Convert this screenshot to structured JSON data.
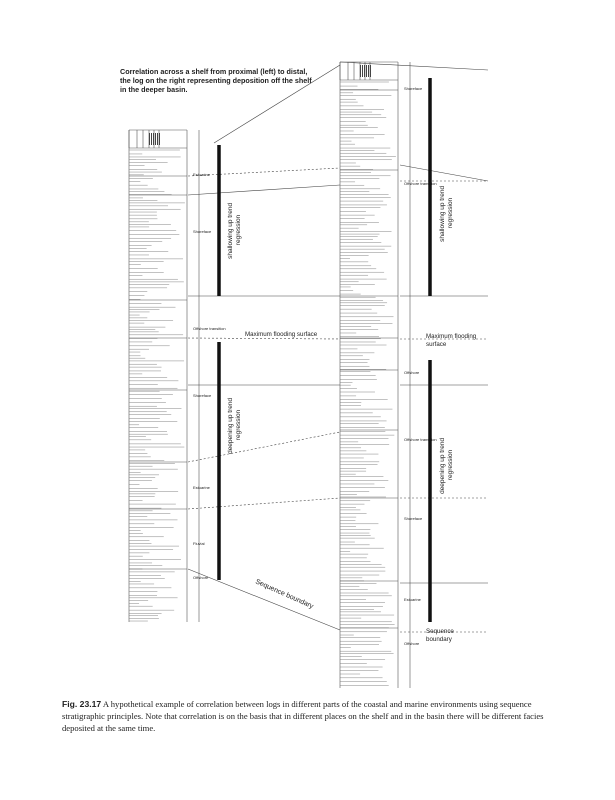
{
  "title": "Correlation across a shelf from proximal (left) to distal, the log on the right representing deposition off the shelf in the deeper basin.",
  "caption": {
    "figure_number": "Fig. 23.17",
    "text": "A hypothetical example of correlation between logs in different parts of the coastal and marine environments using sequence stratigraphic principles. Note that correlation is on the basis that in different places on the shelf and in the basin there will be different facies deposited at the same time."
  },
  "left_log": {
    "facies_labels": [
      "Estuarine",
      "Shoreface",
      "Offshore transition",
      "Shoreface",
      "Estuarine",
      "Fluvial",
      "Offshore"
    ],
    "trend_upper": [
      "shallowing up trend",
      "regression"
    ],
    "trend_lower": [
      "deepening up trend",
      "regression"
    ]
  },
  "right_log": {
    "facies_labels": [
      "Shoreface",
      "Offshore transition",
      "Offshore",
      "Offshore transition",
      "Shoreface",
      "Estuarine",
      "Offshore"
    ],
    "trend_upper": [
      "shallowing up trend",
      "regression"
    ],
    "trend_lower": [
      "deepening up trend",
      "regression"
    ]
  },
  "surfaces": {
    "mfs_left": "Maximum flooding surface",
    "mfs_right": [
      "Maximum flooding",
      "surface"
    ],
    "sb_left": "Sequence boundary",
    "sb_right": [
      "Sequence",
      "boundary"
    ]
  }
}
